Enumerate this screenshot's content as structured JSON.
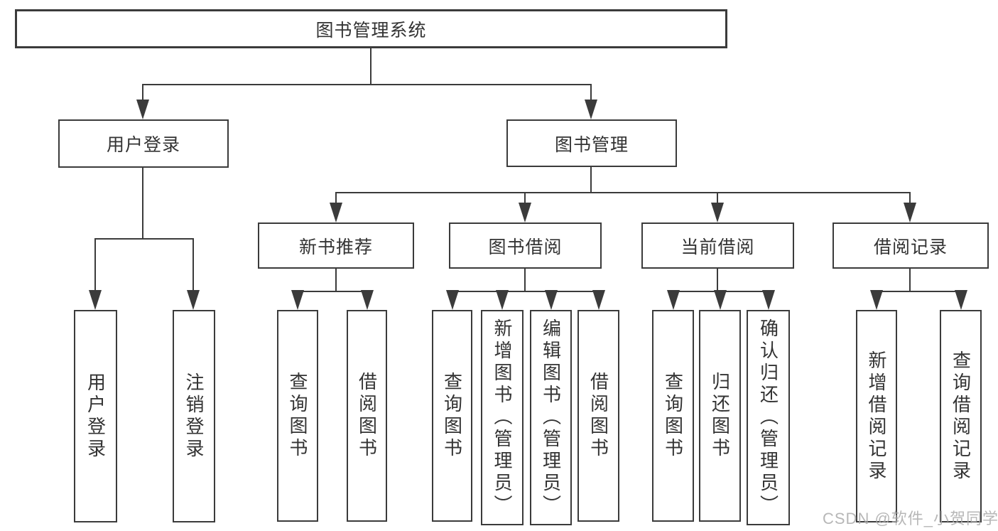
{
  "diagram_title": "图书管理系统",
  "colors": {
    "line": "#3b3b3b",
    "text": "#333333",
    "background": "#ffffff",
    "watermark": "#aaaaaa"
  },
  "nodes": {
    "root": "图书管理系统",
    "user_login": "用户登录",
    "book_mgmt": "图书管理",
    "new_books": "新书推荐",
    "book_borrow": "图书借阅",
    "current_borrow": "当前借阅",
    "borrow_records": "借阅记录",
    "leaves": {
      "user_login": [
        "用户登录",
        "注销登录"
      ],
      "new_books": [
        "查询图书",
        "借阅图书"
      ],
      "book_borrow": [
        "查询图书",
        "新增图书（管理员）",
        "编辑图书（管理员）",
        "借阅图书"
      ],
      "current_borrow": [
        "查询图书",
        "归还图书",
        "确认归还（管理员）"
      ],
      "borrow_records": [
        "新增借阅记录",
        "查询借阅记录"
      ]
    }
  },
  "watermark": {
    "text": "CSDN @软件_小贺同学"
  }
}
